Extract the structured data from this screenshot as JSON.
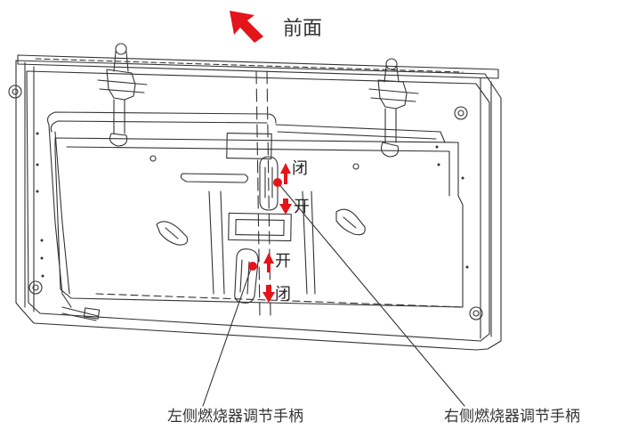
{
  "front": {
    "label": "前面",
    "arrow_color": "#e4141b"
  },
  "right_knob": {
    "up_label": "闭",
    "down_label": "开"
  },
  "left_knob": {
    "up_label": "开",
    "down_label": "闭"
  },
  "callouts": {
    "left": "左侧燃烧器调节手柄",
    "right": "右侧燃烧器调节手柄"
  },
  "colors": {
    "line": "#333333",
    "accent": "#e4141b",
    "fill": "#f2f2f2"
  }
}
